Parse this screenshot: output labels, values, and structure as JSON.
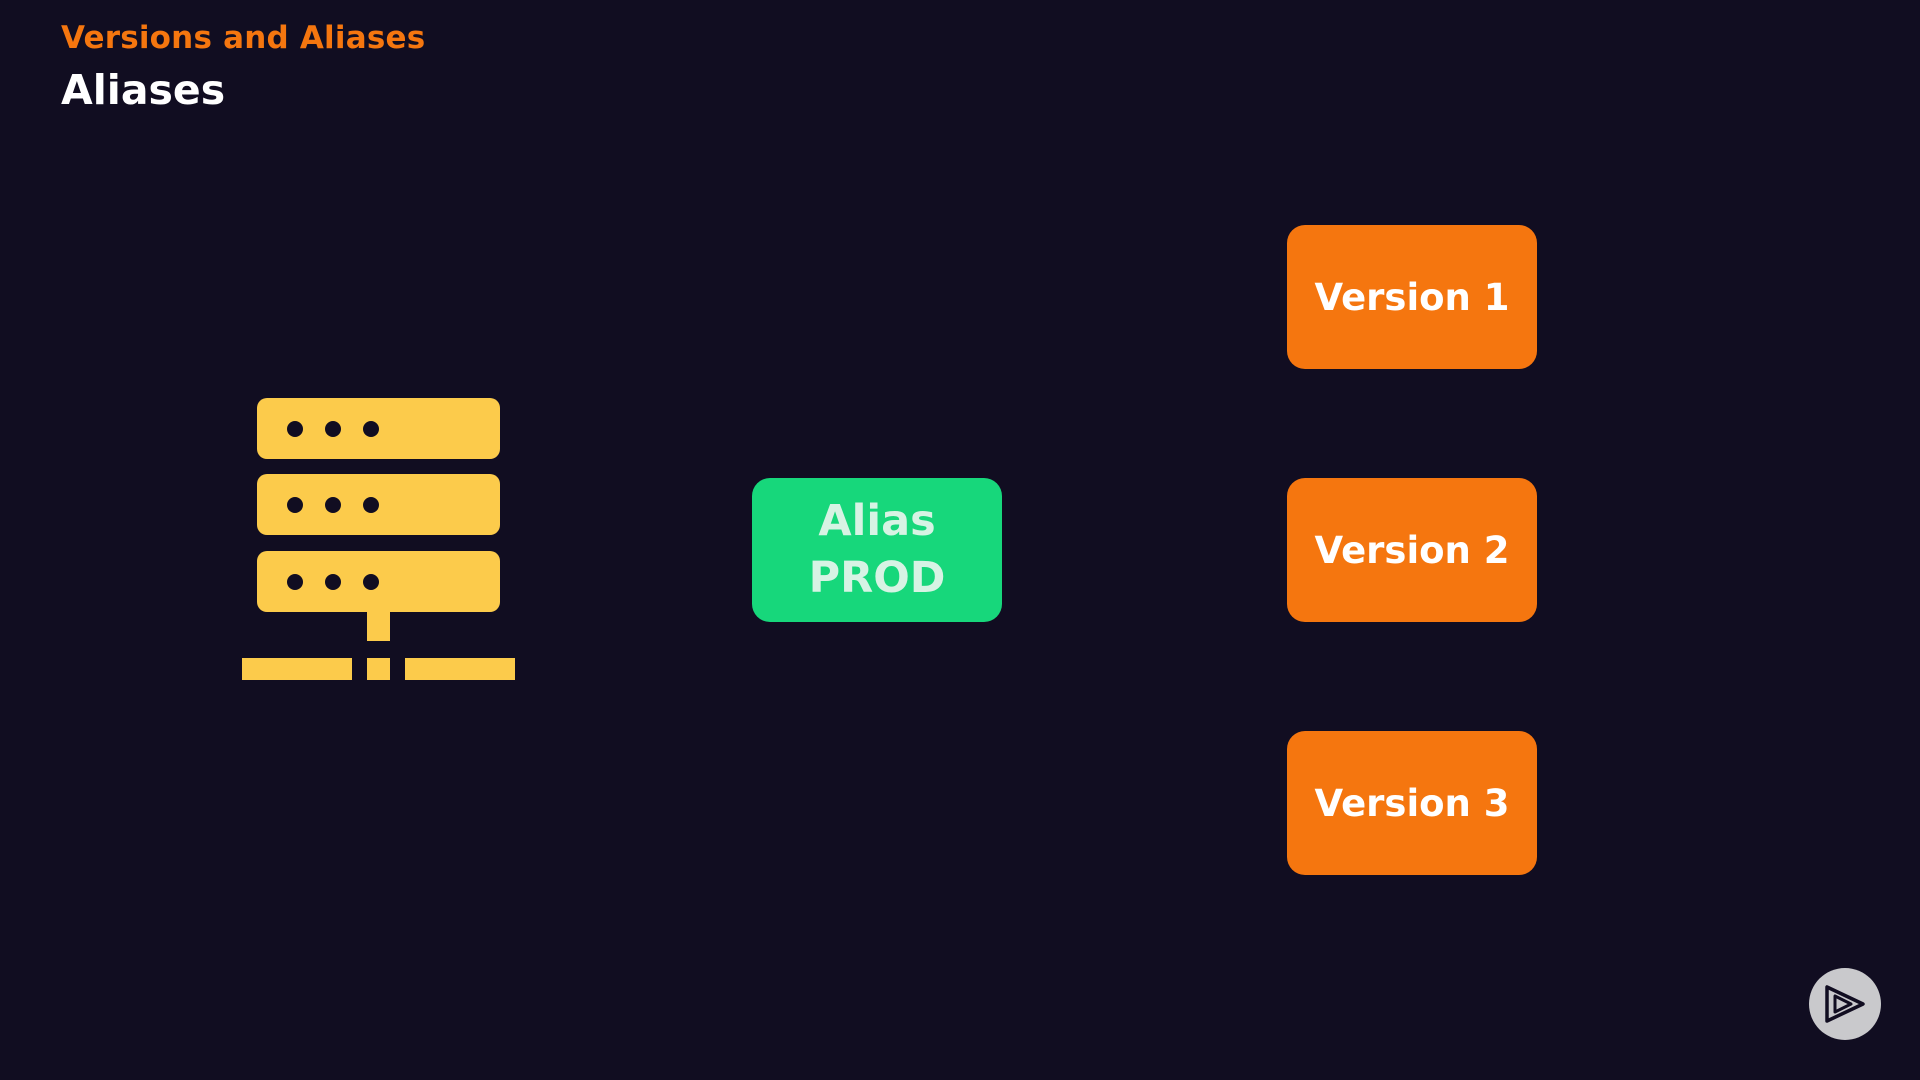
{
  "header": {
    "section": "Versions and Aliases",
    "title": "Aliases"
  },
  "diagram": {
    "server_icon": "server-rack-icon",
    "alias": {
      "line1": "Alias",
      "line2": "PROD",
      "color": "#17d77b"
    },
    "versions": [
      {
        "label": "Version 1"
      },
      {
        "label": "Version 2"
      },
      {
        "label": "Version 3"
      }
    ],
    "version_color": "#f5760f",
    "icon_color": "#fccb4b"
  },
  "player": {
    "icon": "play-logo-icon"
  },
  "colors": {
    "background": "#110d21",
    "accent": "#f5760f"
  }
}
